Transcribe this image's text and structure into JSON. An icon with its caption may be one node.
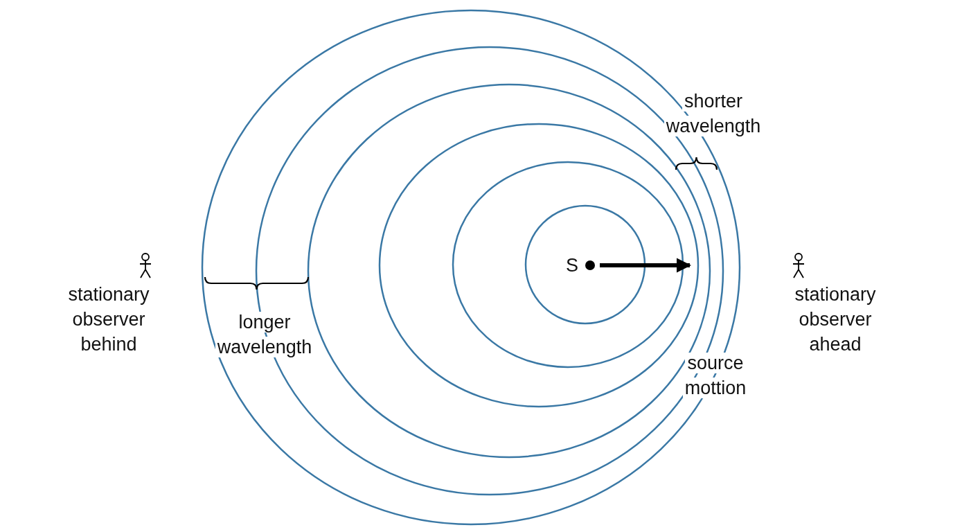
{
  "diagram": {
    "labels": [
      "shorter wavelength",
      "S",
      "stationary observer behind",
      "longer wavelength",
      "stationary observer ahead",
      "source mottion"
    ]
  }
}
